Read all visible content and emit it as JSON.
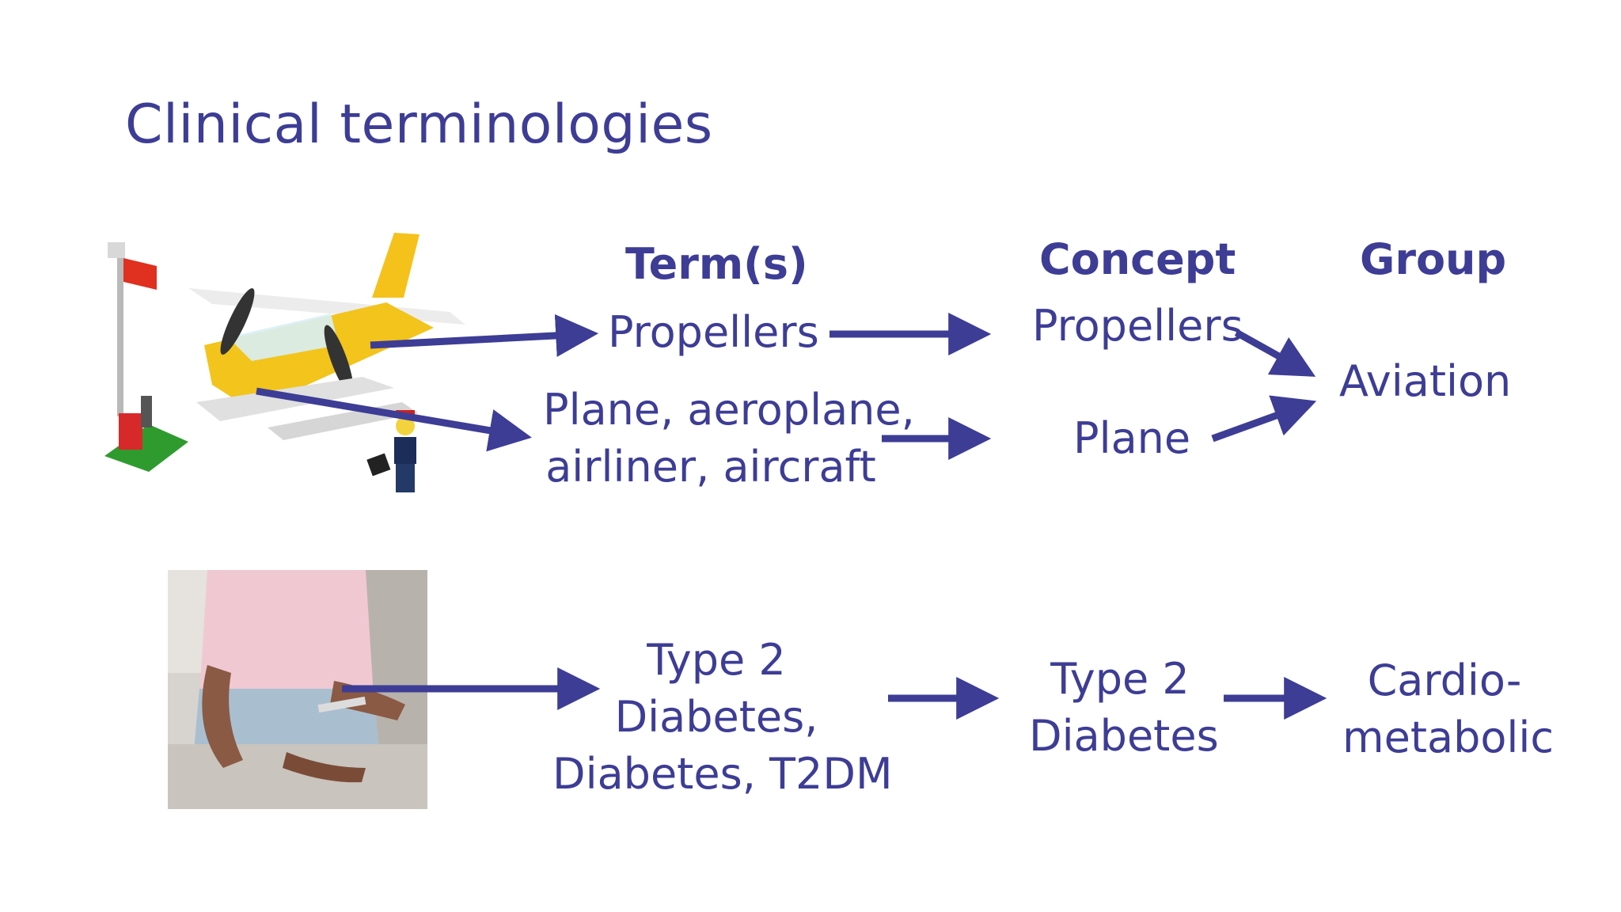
{
  "slide": {
    "title": "Clinical terminologies",
    "headers": {
      "terms": "Term(s)",
      "concept": "Concept",
      "group": "Group"
    },
    "row1": {
      "image": "toy-plane-image",
      "terms_a": "Propellers",
      "terms_b_line1": "Plane, aeroplane,",
      "terms_b_line2": "airliner, aircraft",
      "concept_a": "Propellers",
      "concept_b": "Plane",
      "group": "Aviation"
    },
    "row2": {
      "image": "insulin-injection-photo",
      "terms_line1": "Type 2",
      "terms_line2": "Diabetes,",
      "terms_line3": "Diabetes, T2DM",
      "concept_line1": "Type 2",
      "concept_line2": "Diabetes",
      "group_line1": "Cardio-",
      "group_line2": "metabolic"
    },
    "colors": {
      "accent": "#3d3d96",
      "background": "#ffffff"
    }
  }
}
